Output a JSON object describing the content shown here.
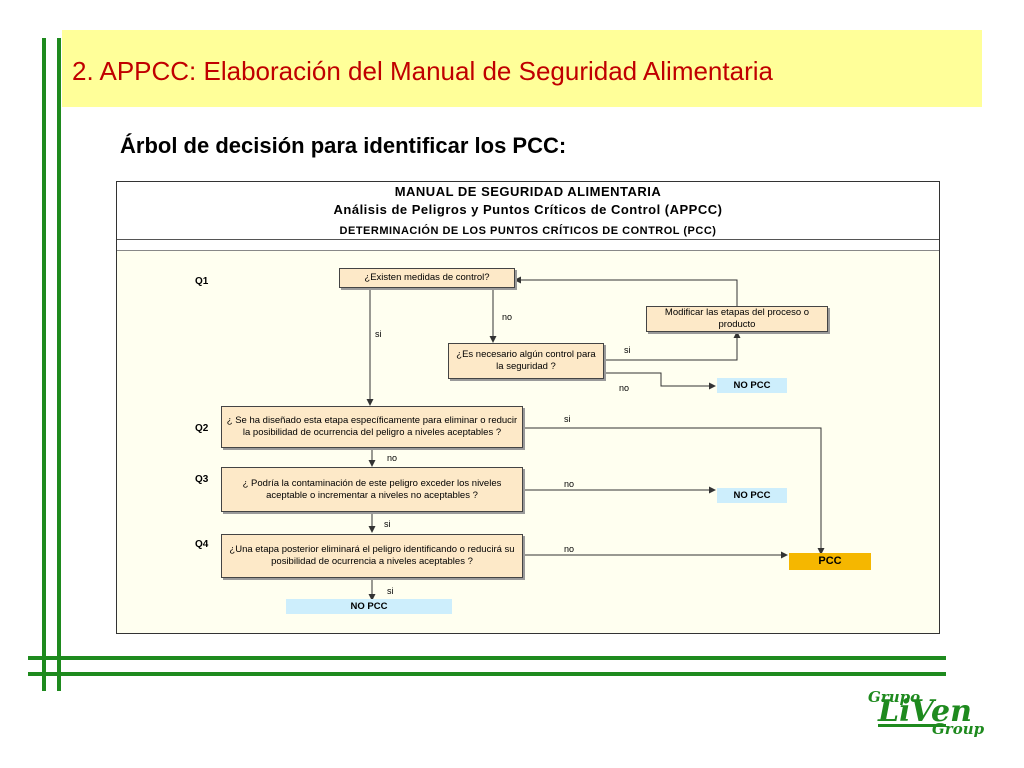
{
  "slide": {
    "title": "2. APPCC: Elaboración del Manual de Seguridad Alimentaria",
    "subtitle": "Árbol de decisión para identificar los PCC:"
  },
  "diagram": {
    "header_line1": "MANUAL DE SEGURIDAD ALIMENTARIA",
    "header_line2": "Análisis de Peligros y Puntos Críticos de Control (APPCC)",
    "header_line3": "DETERMINACIÓN DE LOS PUNTOS CRÍTICOS DE CONTROL (PCC)",
    "questions": {
      "q1": "Q1",
      "q2": "Q2",
      "q3": "Q3",
      "q4": "Q4"
    },
    "boxes": {
      "q1_box": "¿Existen medidas de control?",
      "modify_box": "Modificar las etapas del proceso o producto",
      "control_needed_box": "¿Es necesario algún control para la seguridad ?",
      "q2_box": "¿ Se ha diseñado esta etapa específicamente para eliminar o reducir la posibilidad de ocurrencia del peligro a niveles aceptables ?",
      "q3_box": "¿ Podría la contaminación de este peligro exceder los niveles aceptable o incrementar a niveles no aceptables ?",
      "q4_box": "¿Una etapa posterior eliminará el peligro identificando o reducirá su posibilidad de ocurrencia a niveles aceptables ?"
    },
    "outcomes": {
      "no_pcc_1": "NO PCC",
      "no_pcc_2": "NO PCC",
      "no_pcc_3": "NO PCC",
      "pcc": "PCC"
    },
    "edge_labels": {
      "q1_si": "si",
      "q1_no": "no",
      "control_si": "si",
      "control_no": "no",
      "q2_si": "si",
      "q2_no": "no",
      "q3_no": "no",
      "q3_si": "si",
      "q4_no": "no",
      "q4_si": "si"
    }
  },
  "logo": {
    "line1": "Grupo",
    "brand": "LiVen",
    "line2": "Group"
  },
  "colors": {
    "accent_green": "#1e8a1e",
    "title_red": "#c00000",
    "title_band": "#ffff99",
    "box_fill": "#fde9c8",
    "no_pcc_fill": "#cdeefc",
    "pcc_fill": "#f5b700"
  }
}
